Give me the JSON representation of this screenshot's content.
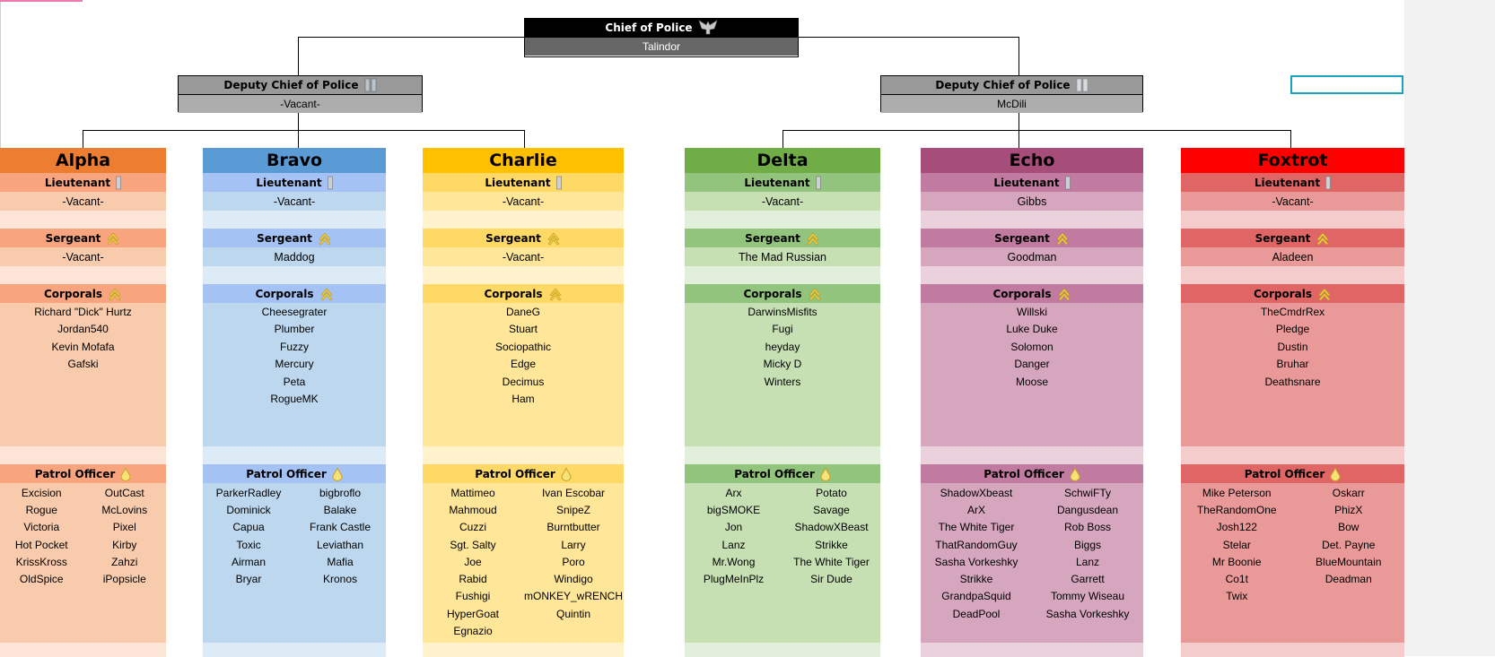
{
  "chief": {
    "title": "Chief of Police",
    "name": "Talindor",
    "icon": "eagle-insignia-icon"
  },
  "deputies": [
    {
      "title": "Deputy Chief of Police",
      "name": "-Vacant-",
      "icon": "captain-bars-icon"
    },
    {
      "title": "Deputy Chief of Police",
      "name": "McDili",
      "icon": "captain-bars-icon"
    }
  ],
  "labels": {
    "lieutenant": "Lieutenant",
    "sergeant": "Sergeant",
    "corporals": "Corporals",
    "patrol": "Patrol Officer"
  },
  "teams": [
    {
      "name": "Alpha",
      "colors": {
        "header": "#ED7D31",
        "sub": "#F8A57F",
        "fill": "#F8CBAD",
        "blank": "#FCE4D6"
      },
      "lieutenant": "-Vacant-",
      "sergeant": "-Vacant-",
      "corporals": [
        "Richard \"Dick\" Hurtz",
        "Jordan540",
        "Kevin Mofafa",
        "Gafski"
      ],
      "patrol": [
        [
          "Excision",
          "OutCast"
        ],
        [
          "Rogue",
          "McLovins"
        ],
        [
          "Victoria",
          "Pixel"
        ],
        [
          "Hot Pocket",
          "Kirby"
        ],
        [
          "KrissKross",
          "Zahzi"
        ],
        [
          "OldSpice",
          "iPopsicle"
        ]
      ]
    },
    {
      "name": "Bravo",
      "colors": {
        "header": "#5B9BD5",
        "sub": "#A4C2F4",
        "fill": "#BDD7EE",
        "blank": "#DDEBF7"
      },
      "lieutenant": "-Vacant-",
      "sergeant": "Maddog",
      "corporals": [
        "Cheesegrater",
        "Plumber",
        "Fuzzy",
        "Mercury",
        "Peta",
        "RogueMK"
      ],
      "patrol": [
        [
          "ParkerRadley",
          "bigbroflo"
        ],
        [
          "Dominick",
          "Balake"
        ],
        [
          "Capua",
          "Frank Castle"
        ],
        [
          "Toxic",
          "Leviathan"
        ],
        [
          "Airman",
          "Mafia"
        ],
        [
          "Bryar",
          "Kronos"
        ]
      ]
    },
    {
      "name": "Charlie",
      "colors": {
        "header": "#FFC000",
        "sub": "#FFD966",
        "fill": "#FFE699",
        "blank": "#FFF2CC"
      },
      "lieutenant": "-Vacant-",
      "sergeant": "-Vacant-",
      "corporals": [
        "DaneG",
        "Stuart",
        "Sociopathic",
        "Edge",
        "Decimus",
        "Ham"
      ],
      "patrol": [
        [
          "Mattimeo",
          "Ivan Escobar"
        ],
        [
          "Mahmoud",
          "SnipeZ"
        ],
        [
          "Cuzzi",
          "Burntbutter"
        ],
        [
          "Sgt. Salty",
          "Larry"
        ],
        [
          "Joe",
          "Poro"
        ],
        [
          "Rabid",
          "Windigo"
        ],
        [
          "Fushigi",
          "mONKEY_wRENCH"
        ],
        [
          "HyperGoat",
          "Quintin"
        ],
        [
          "Egnazio",
          ""
        ]
      ]
    },
    {
      "name": "Delta",
      "colors": {
        "header": "#70AD47",
        "sub": "#93C47D",
        "fill": "#C6E0B4",
        "blank": "#E2EFDA"
      },
      "lieutenant": "-Vacant-",
      "sergeant": "The Mad Russian",
      "corporals": [
        "DarwinsMisfits",
        "Fugi",
        "heyday",
        "Micky D",
        "Winters"
      ],
      "patrol": [
        [
          "Arx",
          "Potato"
        ],
        [
          "bigSMOKE",
          "Savage"
        ],
        [
          "Jon",
          "ShadowXBeast"
        ],
        [
          "Lanz",
          "Strikke"
        ],
        [
          "Mr.Wong",
          "The White Tiger"
        ],
        [
          "PlugMeInPlz",
          "Sir Dude"
        ]
      ]
    },
    {
      "name": "Echo",
      "colors": {
        "header": "#A64D79",
        "sub": "#C27BA0",
        "fill": "#D5A6BD",
        "blank": "#EAD1DC"
      },
      "lieutenant": "Gibbs",
      "sergeant": "Goodman",
      "corporals": [
        "Willski",
        "Luke Duke",
        "Solomon",
        "Danger",
        "Moose"
      ],
      "patrol": [
        [
          "ShadowXbeast",
          "SchwiFTy"
        ],
        [
          "ArX",
          "Dangusdean"
        ],
        [
          "The White Tiger",
          "Rob Boss"
        ],
        [
          "ThatRandomGuy",
          "Biggs"
        ],
        [
          "Sasha Vorkeshky",
          "Lanz"
        ],
        [
          "Strikke",
          "Garrett"
        ],
        [
          "GrandpaSquid",
          "Tommy Wiseau"
        ],
        [
          "DeadPool",
          "Sasha Vorkeshky"
        ]
      ]
    },
    {
      "name": "Foxtrot",
      "colors": {
        "header": "#FF0000",
        "sub": "#E06666",
        "fill": "#EA9999",
        "blank": "#F4CCCC"
      },
      "lieutenant": "-Vacant-",
      "sergeant": "Aladeen",
      "corporals": [
        "TheCmdrRex",
        "Pledge",
        "Dustin",
        "Bruhar",
        "Deathsnare"
      ],
      "patrol": [
        [
          "Mike Peterson",
          "Oskarr"
        ],
        [
          "TheRandomOne",
          "PhizX"
        ],
        [
          "Josh122",
          "Bow"
        ],
        [
          "Stelar",
          "Det. Payne"
        ],
        [
          "Mr Boonie",
          "BlueMountain"
        ],
        [
          "Co1t",
          "Deadman"
        ],
        [
          "Twix",
          ""
        ]
      ]
    }
  ]
}
